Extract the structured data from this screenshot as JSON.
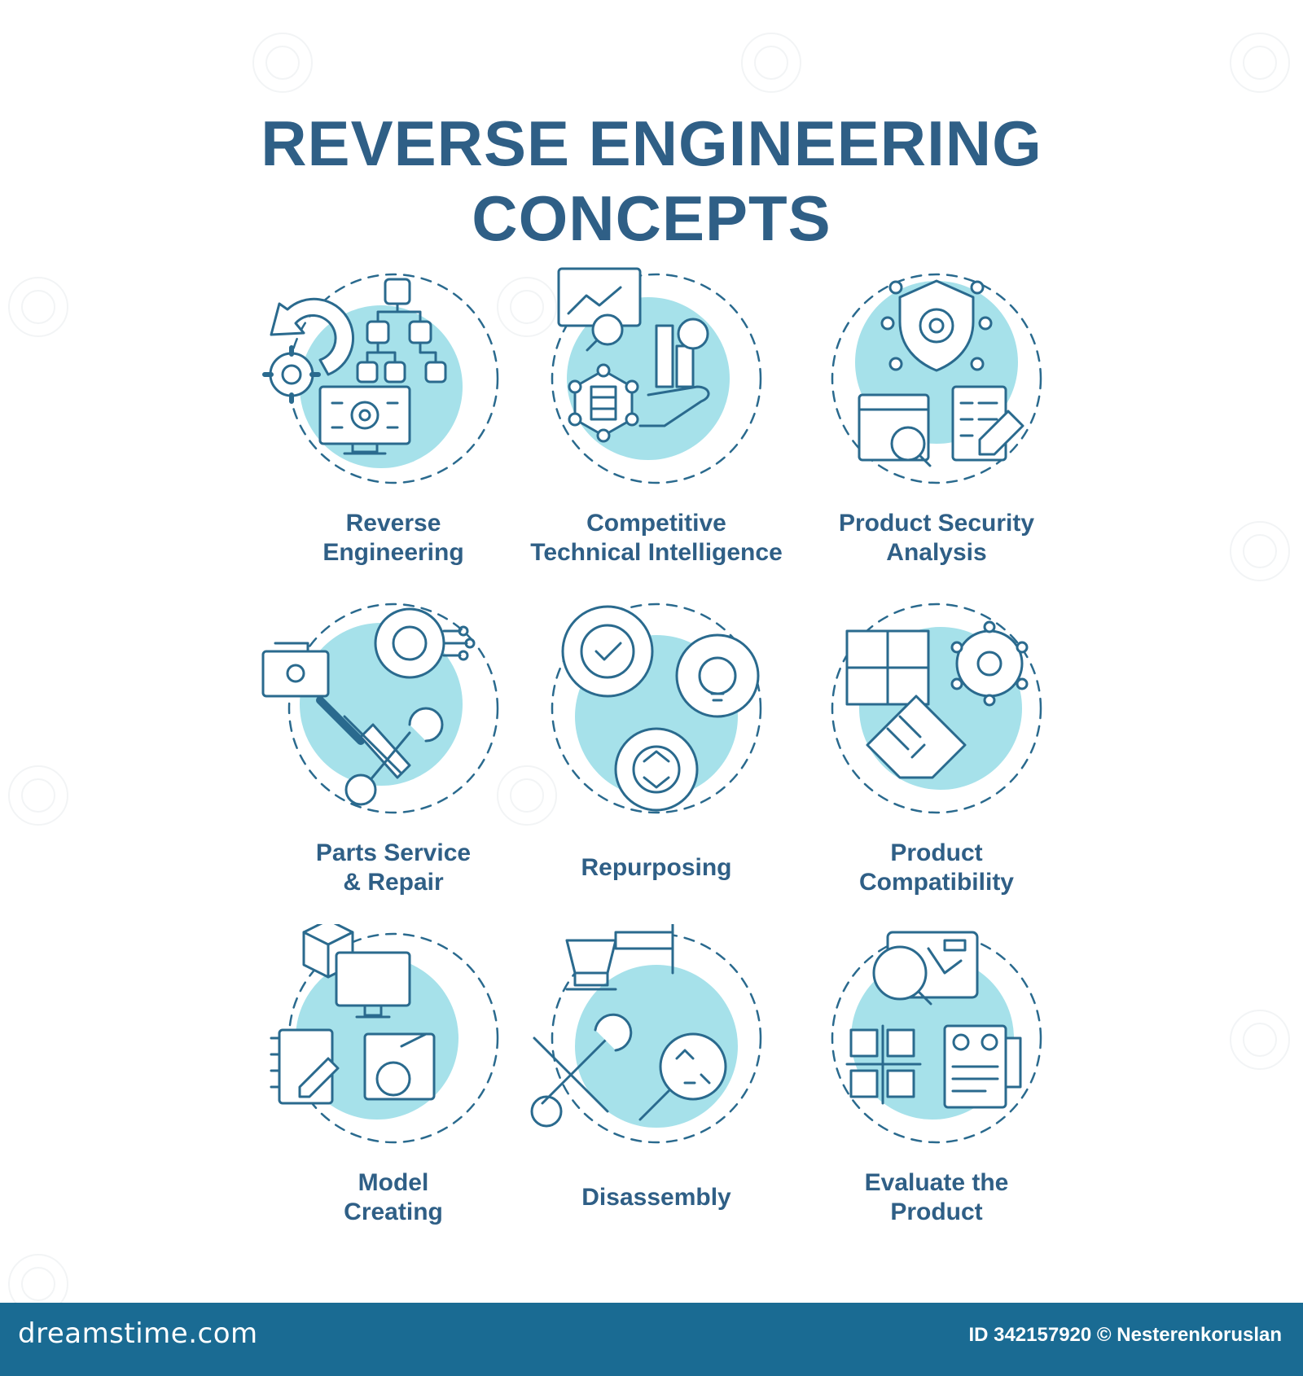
{
  "title": {
    "line1": "REVERSE ENGINEERING",
    "line2": "CONCEPTS"
  },
  "colors": {
    "title": "#2f5f86",
    "stroke": "#2a6a8e",
    "blob": "#a6e1ea",
    "footer": "#1a6b93"
  },
  "concepts": [
    {
      "line1": "Reverse",
      "line2": "Engineering",
      "icon": "reverse-engineering-icon"
    },
    {
      "line1": "Competitive",
      "line2": "Technical Intelligence",
      "icon": "competitive-intelligence-icon"
    },
    {
      "line1": "Product Security",
      "line2": "Analysis",
      "icon": "security-analysis-icon"
    },
    {
      "line1": "Parts Service",
      "line2": "& Repair",
      "icon": "parts-repair-icon"
    },
    {
      "line1": "Repurposing",
      "line2": "",
      "icon": "repurposing-icon"
    },
    {
      "line1": "Product",
      "line2": "Compatibility",
      "icon": "compatibility-icon"
    },
    {
      "line1": "Model",
      "line2": "Creating",
      "icon": "model-creating-icon"
    },
    {
      "line1": "Disassembly",
      "line2": "",
      "icon": "disassembly-icon"
    },
    {
      "line1": "Evaluate the",
      "line2": "Product",
      "icon": "evaluate-product-icon"
    }
  ],
  "footer": {
    "brand": "dreamstime.com",
    "credit": "ID 342157920 © Nesterenkoruslan"
  }
}
